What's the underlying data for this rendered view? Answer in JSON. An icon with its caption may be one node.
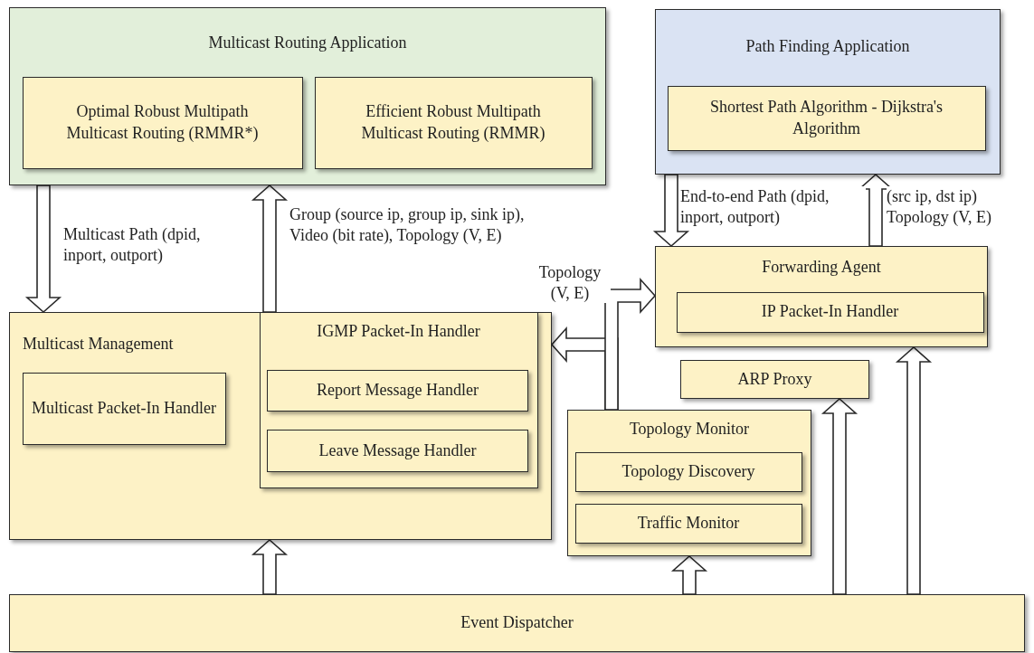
{
  "diagram": {
    "nodes": [
      {
        "text": [
          "Multicast Routing Application"
        ]
      },
      {
        "text": [
          "Optimal Robust Multipath Multicast Routing (RMMR*)"
        ],
        "in": 0
      },
      {
        "text": [
          "Efficient Robust Multipath Multicast Routing (RMMR)"
        ],
        "in": 0
      },
      {
        "text": [
          "Path Finding Application"
        ]
      },
      {
        "text": [
          "Shortest Path Algorithm - Dijkstra's Algorithm"
        ],
        "in": 3
      },
      {
        "text": [
          "Forwarding Agent"
        ]
      },
      {
        "text": [
          "IP Packet-In Handler"
        ],
        "in": 5
      },
      {
        "text": [
          "Multicast Management"
        ]
      },
      {
        "text": [
          "Multicast Packet-In Handler"
        ],
        "in": 7
      },
      {
        "text": [
          "IGMP Packet-In Handler"
        ],
        "in": 7
      },
      {
        "text": [
          "Report Message Handler"
        ],
        "in": 9
      },
      {
        "text": [
          "Leave Message Handler"
        ],
        "in": 9
      },
      {
        "text": [
          "ARP Proxy"
        ]
      },
      {
        "text": [
          "Topology Monitor"
        ]
      },
      {
        "text": [
          "Topology Discovery"
        ],
        "in": 13
      },
      {
        "text": [
          "Traffic Monitor"
        ],
        "in": 13
      },
      {
        "text": [
          "Event Dispatcher"
        ]
      }
    ],
    "edges": [
      {
        "from": 0,
        "to": 7,
        "arrow": "to",
        "label": "Multicast Path (dpid, inport, outport)"
      },
      {
        "from": 7,
        "to": 0,
        "arrow": "to",
        "label": "Group (source ip, group ip, sink ip), Video (bit rate), Topology (V, E)"
      },
      {
        "from": 3,
        "to": 5,
        "arrow": "to",
        "label": "End-to-end Path (dpid, inport, outport)"
      },
      {
        "from": 5,
        "to": 3,
        "arrow": "to",
        "label": "(src ip, dst ip) Topology (V, E)"
      },
      {
        "from": 13,
        "to": 7,
        "arrow": "to"
      },
      {
        "from": 13,
        "to": 5,
        "arrow": "to",
        "label": "Topology (V, E)"
      },
      {
        "from": 16,
        "to": 7,
        "arrow": "to"
      },
      {
        "from": 16,
        "to": 13,
        "arrow": "to"
      },
      {
        "from": 16,
        "to": 12,
        "arrow": "to"
      },
      {
        "from": 16,
        "to": 5,
        "arrow": "to"
      }
    ]
  }
}
